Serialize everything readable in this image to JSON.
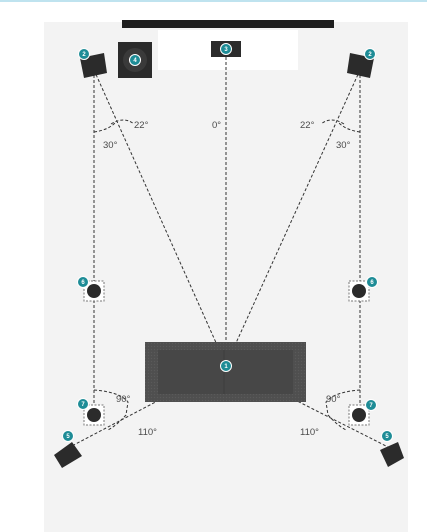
{
  "diagram": {
    "angles": {
      "center": "0°",
      "front_left_inner": "22°",
      "front_left_outer": "30°",
      "front_right_inner": "22°",
      "front_right_outer": "30°",
      "side_left": "90°",
      "rear_left": "110°",
      "side_right": "90°",
      "rear_right": "110°"
    },
    "badges": {
      "listener": "1",
      "front_left": "2",
      "front_right": "2",
      "center": "3",
      "subwoofer": "4",
      "surround_left": "6",
      "surround_right": "6",
      "side_left": "7",
      "side_right": "7",
      "rear_left": "5",
      "rear_right": "5"
    },
    "colors": {
      "accent_line": "#bfe3ef",
      "badge": "#1e8c96",
      "room": "#f3f3f3",
      "sofa": "#4d4d4d",
      "speaker": "#2b2b2b"
    }
  }
}
